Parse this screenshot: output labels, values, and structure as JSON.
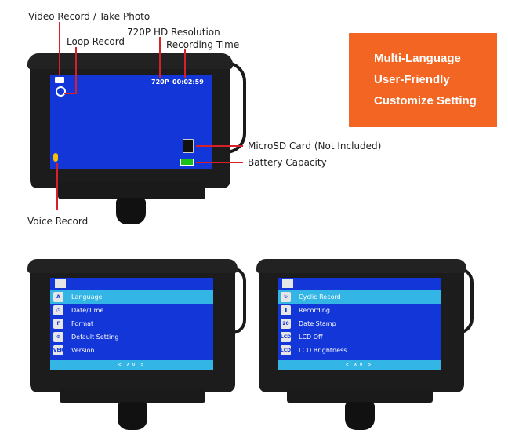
{
  "callouts": {
    "video_record": "Video Record / Take Photo",
    "loop_record": "Loop Record",
    "resolution": "720P HD Resolution",
    "recording_time": "Recording Time",
    "microsd": "MicroSD Card (Not Included)",
    "battery": "Battery Capacity",
    "voice_record": "Voice Record"
  },
  "osd": {
    "resolution": "720P",
    "time": "00:02:59"
  },
  "badge": {
    "line1": "Multi-Language",
    "line2": "User-Friendly",
    "line3": "Customize Setting"
  },
  "menu_left": {
    "items": [
      {
        "label": "Language",
        "icon": "A"
      },
      {
        "label": "Date/Time",
        "icon": "◷"
      },
      {
        "label": "Format",
        "icon": "F"
      },
      {
        "label": "Default Setting",
        "icon": "⚙"
      },
      {
        "label": "Version",
        "icon": "VER"
      }
    ],
    "nav": "< ∧∨ >"
  },
  "menu_right": {
    "items": [
      {
        "label": "Cyclic Record",
        "icon": "↻"
      },
      {
        "label": "Recording",
        "icon": "▮"
      },
      {
        "label": "Date Stamp",
        "icon": "20"
      },
      {
        "label": "LCD Off",
        "icon": "LCD"
      },
      {
        "label": "LCD Brightness",
        "icon": "LCD"
      }
    ],
    "nav": "< ∧∨ >"
  },
  "colors": {
    "screen_blue": "#1336d8",
    "highlight": "#33b5e5",
    "callout_line": "#d8202a",
    "badge": "#f26522"
  }
}
